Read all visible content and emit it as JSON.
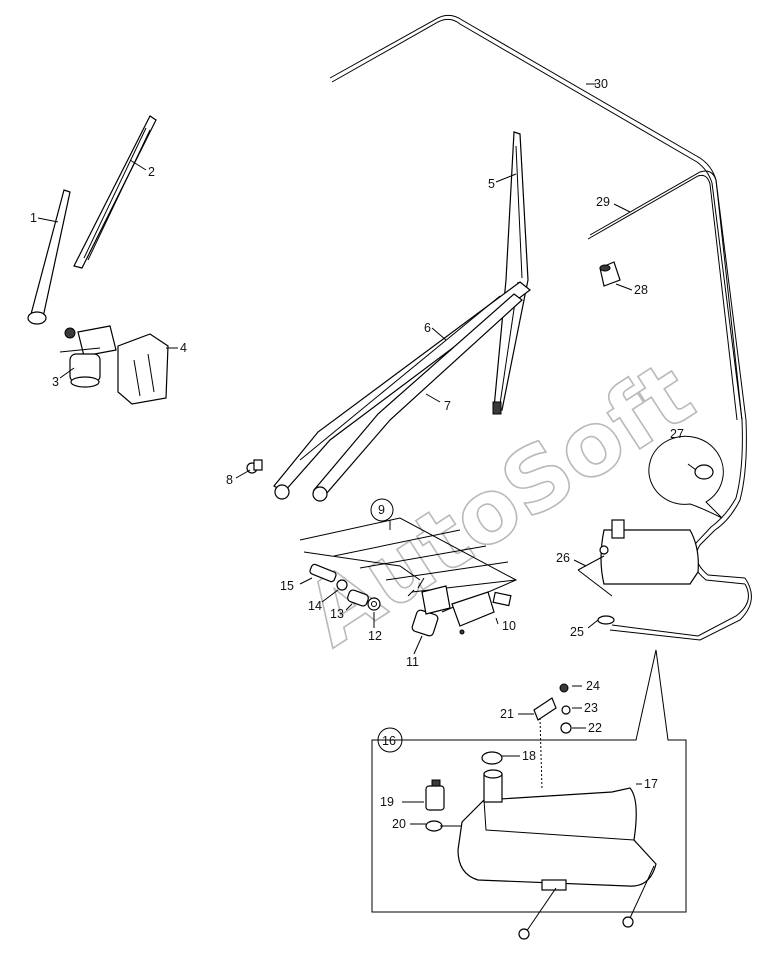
{
  "watermark": "AutoSoft",
  "callouts": {
    "c1": "1",
    "c2": "2",
    "c3": "3",
    "c4": "4",
    "c5": "5",
    "c6": "6",
    "c7": "7",
    "c8": "8",
    "c9": "9",
    "c10": "10",
    "c11": "11",
    "c12": "12",
    "c13": "13",
    "c14": "14",
    "c15": "15",
    "c16": "16",
    "c17": "17",
    "c18": "18",
    "c19": "19",
    "c20": "20",
    "c21": "21",
    "c22": "22",
    "c23": "23",
    "c24": "24",
    "c25": "25",
    "c26": "26",
    "c27": "27",
    "c28": "28",
    "c29": "29",
    "c30": "30"
  }
}
